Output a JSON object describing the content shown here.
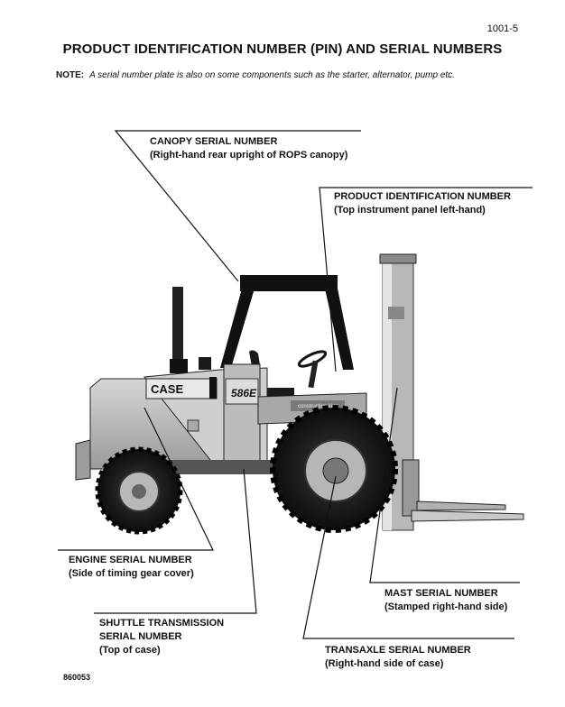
{
  "page_number": "1001-5",
  "title": "PRODUCT IDENTIFICATION NUMBER (PIN) AND SERIAL NUMBERS",
  "note": {
    "label": "NOTE:",
    "text": "A serial number plate is also on some components such as the starter, alternator, pump etc."
  },
  "callouts": {
    "canopy": {
      "title": "CANOPY SERIAL NUMBER",
      "detail": "(Right-hand rear upright of ROPS canopy)"
    },
    "pin": {
      "title": "PRODUCT IDENTIFICATION NUMBER",
      "detail": "(Top instrument panel left-hand)"
    },
    "engine": {
      "title": "ENGINE SERIAL NUMBER",
      "detail": "(Side of timing gear cover)"
    },
    "mast": {
      "title": "MAST SERIAL NUMBER",
      "detail": "(Stamped right-hand side)"
    },
    "shuttle": {
      "title1": "SHUTTLE TRANSMISSION",
      "title2": "SERIAL NUMBER",
      "detail": "(Top of case)"
    },
    "transaxle": {
      "title": "TRANSAXLE SERIAL NUMBER",
      "detail": "(Right-hand side of case)"
    }
  },
  "vehicle": {
    "brand": "CASE",
    "model": "586E",
    "decal": "construction king"
  },
  "figure_number": "860053"
}
